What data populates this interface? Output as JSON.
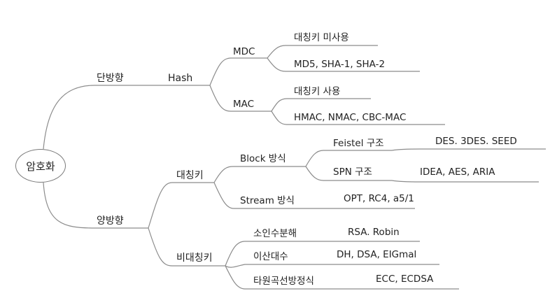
{
  "root": "암호화",
  "level1": {
    "one_way": "단방향",
    "two_way": "양방향"
  },
  "hash": {
    "label": "Hash",
    "mdc": {
      "label": "MDC",
      "no_key": "대칭키 미사용",
      "algos": "MD5, SHA-1, SHA-2"
    },
    "mac": {
      "label": "MAC",
      "key": "대칭키 사용",
      "algos": "HMAC, NMAC, CBC-MAC"
    }
  },
  "symmetric": {
    "label": "대칭키",
    "block": {
      "label": "Block 방식",
      "feistel": {
        "label": "Feistel 구조",
        "algos": "DES. 3DES. SEED"
      },
      "spn": {
        "label": "SPN 구조",
        "algos": "IDEA, AES, ARIA"
      }
    },
    "stream": {
      "label": "Stream 방식",
      "algos": "OPT, RC4, a5/1"
    }
  },
  "asymmetric": {
    "label": "비대칭키",
    "factor": {
      "label": "소인수분해",
      "algos": "RSA. Robin"
    },
    "dlog": {
      "label": "이산대수",
      "algos": "DH, DSA, EIGmal"
    },
    "ecc": {
      "label": "타원곡선방정식",
      "algos": "ECC, ECDSA"
    }
  }
}
